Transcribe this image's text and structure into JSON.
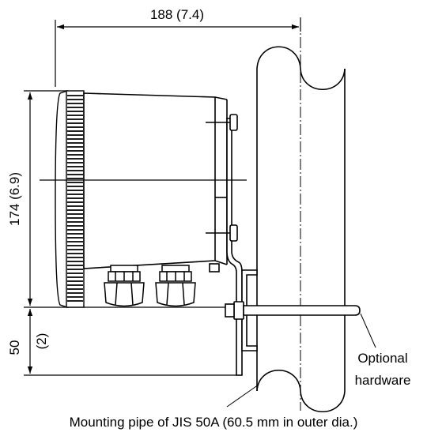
{
  "dimensions": {
    "width_label": "188 (7.4)",
    "height_label": "174 (6.9)",
    "offset_label": "50",
    "offset_sub_label": "(2)"
  },
  "annotations": {
    "optional_line1": "Optional",
    "optional_line2": "hardware",
    "pipe_caption": "Mounting pipe of JIS 50A (60.5 mm in outer dia.)"
  }
}
